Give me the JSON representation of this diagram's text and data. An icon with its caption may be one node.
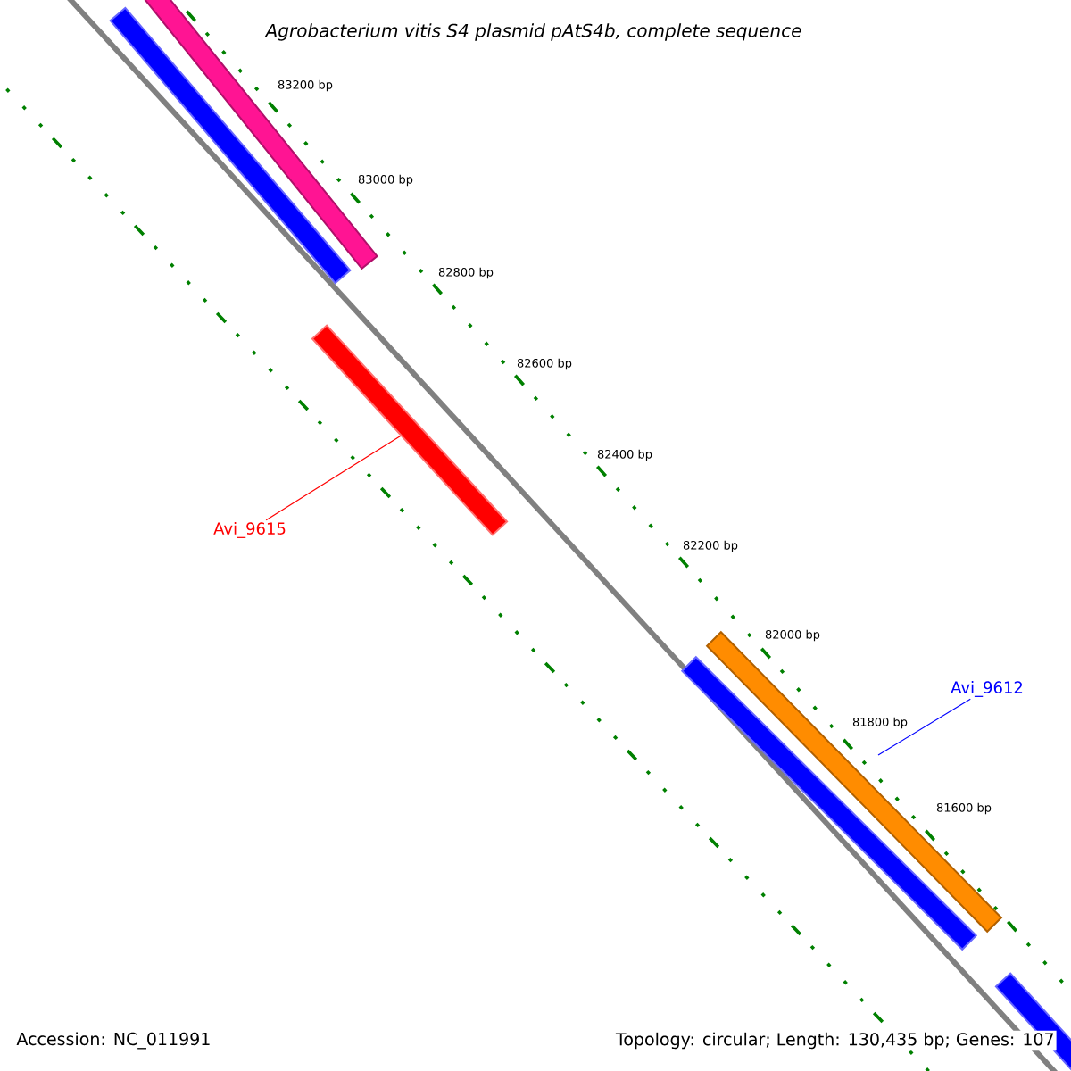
{
  "diagram": {
    "title": "Agrobacterium vitis S4 plasmid pAtS4b, complete sequence",
    "nodes": [
      {
        "text": [],
        "shape": "bar"
      },
      {
        "text": [],
        "shape": "bar"
      },
      {
        "text": [
          "Avi_9615"
        ]
      },
      {
        "text": [],
        "shape": "bar"
      },
      {
        "text": [],
        "shape": "bar"
      },
      {
        "text": [],
        "shape": "bar"
      },
      {
        "text": [
          "Avi_9612"
        ]
      },
      {
        "text": [],
        "shape": "bar"
      }
    ],
    "edges": [
      {
        "from": 2,
        "to": 3,
        "arrow": "none",
        "color": "#ff0000"
      },
      {
        "from": 6,
        "to": null,
        "arrow": "none",
        "color": "#0000ff"
      }
    ],
    "labels": [
      "83200 bp",
      "83000 bp",
      "82800 bp",
      "82600 bp",
      "82400 bp",
      "82200 bp",
      "82000 bp",
      "81800 bp",
      "81600 bp",
      "Accession: NC_011991",
      "Topology: circular; Length: 130,435 bp; Genes: 107"
    ]
  }
}
